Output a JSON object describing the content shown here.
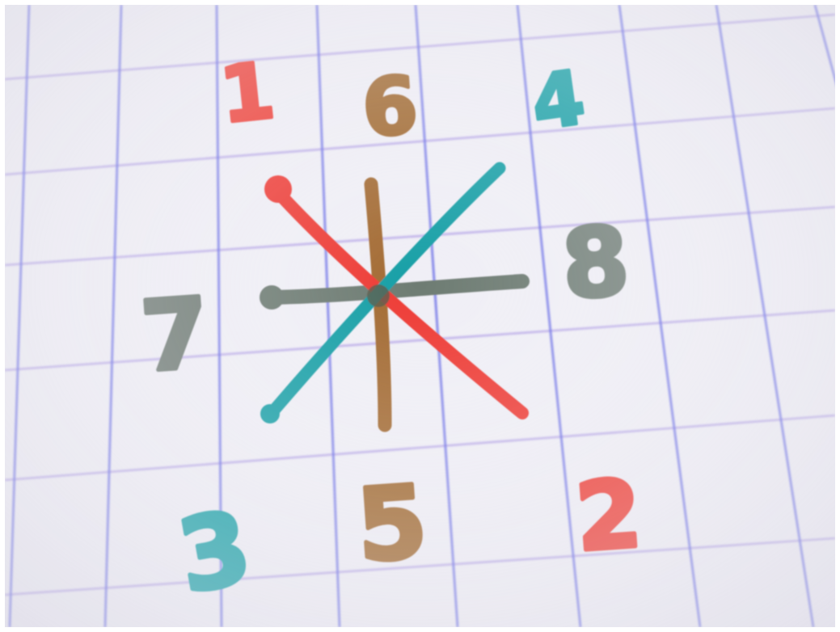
{
  "scene": {
    "description_type": "photo of hand-drawn numbers and crossing lines on grid paper"
  },
  "colors": {
    "paper": "#efeef5",
    "grid_blue": "#6a6ae6",
    "grid_purple": "#a690e6",
    "red": "#ef3a33",
    "brown": "#a0672f",
    "teal": "#16a0a6",
    "gray": "#6f7c74"
  },
  "digits": {
    "top_left": "1",
    "top_center": "6",
    "top_right": "4",
    "middle_left": "7",
    "middle_right": "8",
    "bottom_left": "3",
    "bottom_center": "5",
    "bottom_right": "2"
  },
  "icons": {
    "red_line": "red-diagonal-stroke",
    "teal_line": "teal-diagonal-stroke",
    "brown_line": "brown-vertical-stroke",
    "gray_line": "gray-horizontal-stroke"
  }
}
